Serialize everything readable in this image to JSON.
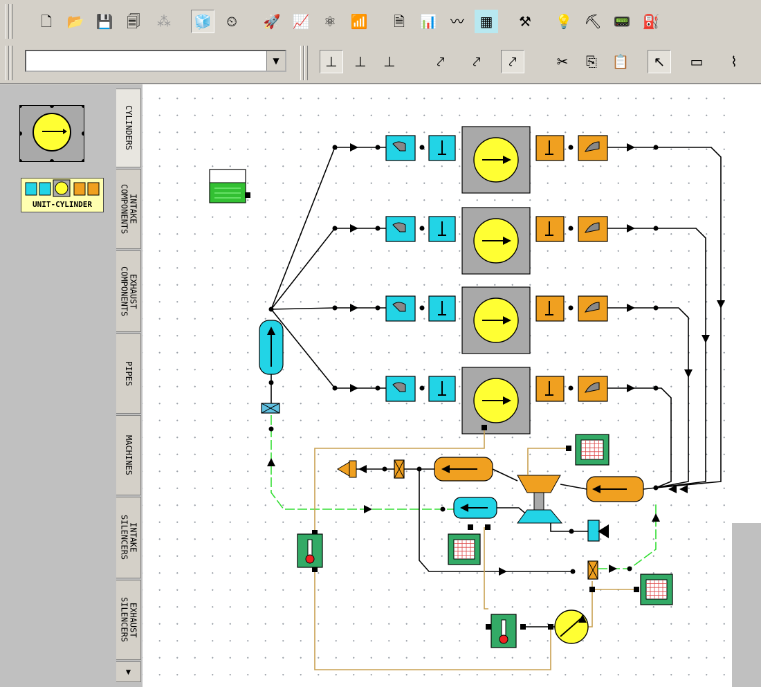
{
  "toolbar_top": {
    "icons": [
      "new-file-icon",
      "open-folder-icon",
      "save-icon",
      "save-all-icon",
      "grid-icon",
      "cube-icon",
      "gauge-icon",
      "rocket-icon",
      "chart-icon",
      "atom-icon",
      "signal-icon",
      "document-icon",
      "bar-chart-icon",
      "wave-icon",
      "map-icon",
      "tools-icon",
      "bulb-icon",
      "worker-icon",
      "meter-icon",
      "pipe-icon"
    ]
  },
  "toolbar_second": {
    "combo_value": "",
    "icons": [
      "tree-1-icon",
      "tree-2-icon",
      "tree-3-icon",
      "link-1-icon",
      "link-2-icon",
      "link-3-icon",
      "cut-icon",
      "copy-icon",
      "paste-icon",
      "pointer-icon",
      "rect-select-icon",
      "lasso-icon"
    ]
  },
  "palette": {
    "unit_cylinder_label": "UNIT-CYLINDER",
    "tabs": [
      {
        "label": "CYLINDERS"
      },
      {
        "label": "INTAKE\nCOMPONENTS"
      },
      {
        "label": "EXHAUST\nCOMPONENTS"
      },
      {
        "label": "PIPES"
      },
      {
        "label": "MACHINES"
      },
      {
        "label": "INTAKE\nSILENCERS"
      },
      {
        "label": "EXHAUST\nSILENCERS"
      }
    ]
  },
  "colors": {
    "cyan": "#22d4e6",
    "orange": "#f0a020",
    "yellow": "#ffff33",
    "gray": "#a9a9a9",
    "green_line": "#33dd33",
    "tan_line": "#c8a050",
    "green_box": "#33aa66"
  }
}
